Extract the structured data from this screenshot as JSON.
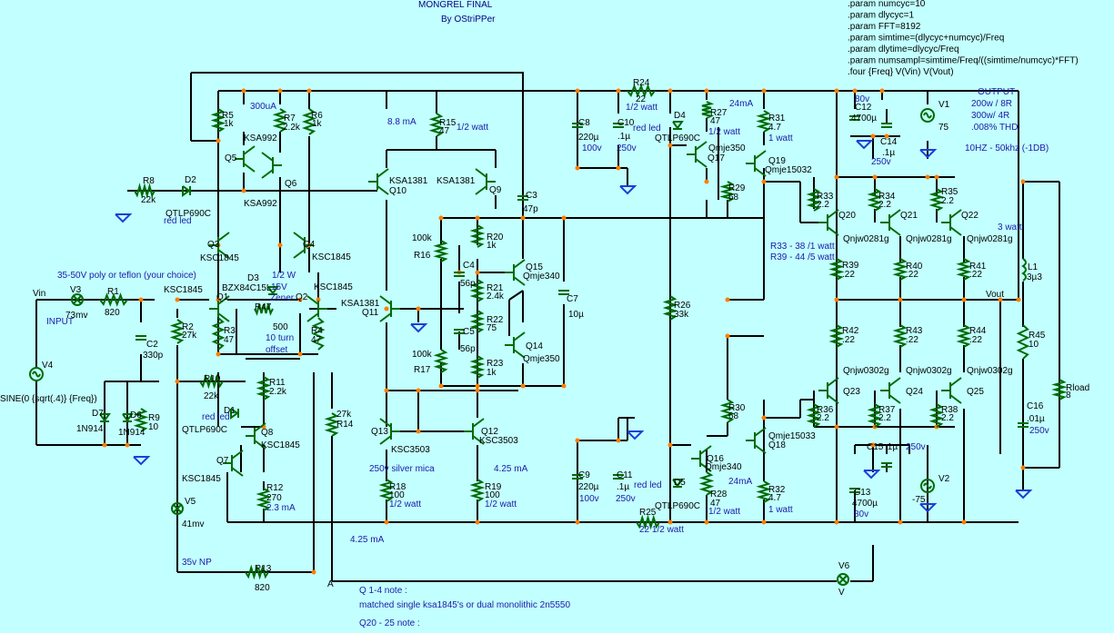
{
  "title": "MONGREL FINAL",
  "author": "By OStriPPer",
  "spice": [
    ".param numcyc=10",
    ".param dlycyc=1",
    ".param FFT=8192",
    ".param simtime=(dlycyc+numcyc)/Freq",
    ".param dlytime=dlycyc/Freq",
    ".param numsampl=simtime/Freq/((simtime/numcyc)*FFT)",
    ".four {Freq} V(Vin) V(Vout)"
  ],
  "output_note": [
    "OUTPUT",
    "200w / 8R",
    "300w/ 4R",
    ".008% THD",
    "10HZ - 50khz (-1DB)"
  ],
  "notes": {
    "q14_title": "Q 1-4 note :",
    "q14_text": "matched single ksa1845's or dual monolithic 2n5550",
    "q2025_title": "Q20 - 25 note :",
    "poly": "35-50V poly or teflon (your choice)",
    "silver_mica": "250v silver mica",
    "np35": "35v NP",
    "watt3": "3 watt",
    "r33_38": "R33 - 38  /1 watt",
    "r39_44": "R39 - 44  /5 watt",
    "ma300": "300uA",
    "ma88": "8.8 mA",
    "ma425a": "4.25 mA",
    "ma425b": "4.25 mA",
    "ma23": "2.3 mA",
    "ma24a": "24mA",
    "ma24b": "24mA",
    "zener_w": "1/2 W",
    "zener_v": "15V",
    "zener_t": "Zener",
    "offset1": "10 turn",
    "offset2": "offset",
    "input": "INPUT",
    "vout": "Vout",
    "vin": "Vin",
    "nodeA": "A",
    "nodeV": "V",
    "sine": "SINE(0 {sqrt(.4)} {Freq})",
    "watt_half_r15": "1/2 watt",
    "watt_half_r24": "1/2 watt",
    "watt_half_r27": "1/2 watt",
    "watt_r31": "1 watt",
    "watt_half_r18": "1/2 watt",
    "watt_half_r19": "1/2 watt",
    "watt_half_r28": "1/2 watt",
    "watt_r32": "1 watt",
    "r25_label": "22 1/2 watt"
  },
  "components": [
    {
      "ref": "R5",
      "val": "1k"
    },
    {
      "ref": "R7",
      "val": "2.2k"
    },
    {
      "ref": "R6",
      "val": "1k"
    },
    {
      "ref": "R15",
      "val": "47"
    },
    {
      "ref": "R24",
      "val": "22"
    },
    {
      "ref": "R27",
      "val": "47"
    },
    {
      "ref": "R31",
      "val": "4.7"
    },
    {
      "ref": "R8",
      "val": "22k"
    },
    {
      "ref": "R1",
      "val": "820"
    },
    {
      "ref": "R2",
      "val": "27k"
    },
    {
      "ref": "R3",
      "val": "47"
    },
    {
      "ref": "R47",
      "val": "500"
    },
    {
      "ref": "R4",
      "val": "47"
    },
    {
      "ref": "R10",
      "val": "22k"
    },
    {
      "ref": "R11",
      "val": "2.2k"
    },
    {
      "ref": "R12",
      "val": "270"
    },
    {
      "ref": "R9",
      "val": "10"
    },
    {
      "ref": "R13",
      "val": "820"
    },
    {
      "ref": "R14",
      "val": "27k"
    },
    {
      "ref": "R16",
      "val": "100k"
    },
    {
      "ref": "R17",
      "val": "100k"
    },
    {
      "ref": "R20",
      "val": "1k"
    },
    {
      "ref": "R21",
      "val": "2.4k"
    },
    {
      "ref": "R22",
      "val": "75"
    },
    {
      "ref": "R23",
      "val": "1k"
    },
    {
      "ref": "R18",
      "val": "100"
    },
    {
      "ref": "R19",
      "val": "100"
    },
    {
      "ref": "R26",
      "val": "33k"
    },
    {
      "ref": "R29",
      "val": "68"
    },
    {
      "ref": "R30",
      "val": "68"
    },
    {
      "ref": "R28",
      "val": "47"
    },
    {
      "ref": "R32",
      "val": "4.7"
    },
    {
      "ref": "R25",
      "val": ""
    },
    {
      "ref": "R33",
      "val": "2.2"
    },
    {
      "ref": "R34",
      "val": "2.2"
    },
    {
      "ref": "R35",
      "val": "2.2"
    },
    {
      "ref": "R39",
      "val": ".22"
    },
    {
      "ref": "R40",
      "val": ".22"
    },
    {
      "ref": "R41",
      "val": ".22"
    },
    {
      "ref": "R42",
      "val": ".22"
    },
    {
      "ref": "R43",
      "val": ".22"
    },
    {
      "ref": "R44",
      "val": ".22"
    },
    {
      "ref": "R36",
      "val": "2.2"
    },
    {
      "ref": "R37",
      "val": "2.2"
    },
    {
      "ref": "R38",
      "val": "2.2"
    },
    {
      "ref": "R45",
      "val": "10"
    },
    {
      "ref": "Rload",
      "val": "8"
    },
    {
      "ref": "C2",
      "val": "330p"
    },
    {
      "ref": "C3",
      "val": "47p"
    },
    {
      "ref": "C4",
      "val": "56p"
    },
    {
      "ref": "C5",
      "val": "56p"
    },
    {
      "ref": "C7",
      "val": "10µ"
    },
    {
      "ref": "C8",
      "val": "220µ"
    },
    {
      "ref": "C10",
      "val": ".1µ"
    },
    {
      "ref": "C9",
      "val": "220µ"
    },
    {
      "ref": "C11",
      "val": ".1µ"
    },
    {
      "ref": "C12",
      "val": "4700µ"
    },
    {
      "ref": "C14",
      "val": ".1µ"
    },
    {
      "ref": "C13",
      "val": "4700µ"
    },
    {
      "ref": "C15",
      "val": ".1µ"
    },
    {
      "ref": "C16",
      "val": ".01µ"
    },
    {
      "ref": "L1",
      "val": "3µ3"
    },
    {
      "ref": "D2",
      "val": "QTLP690C"
    },
    {
      "ref": "D1",
      "val": "QTLP690C"
    },
    {
      "ref": "D4",
      "val": "QTLP690C"
    },
    {
      "ref": "D5",
      "val": "QTLP690C"
    },
    {
      "ref": "D3",
      "val": "BZX84C15L"
    },
    {
      "ref": "D7",
      "val": "1N914"
    },
    {
      "ref": "D6",
      "val": "1N914"
    },
    {
      "ref": "V1",
      "val": "75"
    },
    {
      "ref": "V2",
      "val": "-75"
    },
    {
      "ref": "V3",
      "val": "73mv"
    },
    {
      "ref": "V4",
      "val": ""
    },
    {
      "ref": "V5",
      "val": "41mv"
    },
    {
      "ref": "V6",
      "val": ""
    },
    {
      "ref": "Q1",
      "val": "KSC1845"
    },
    {
      "ref": "Q2",
      "val": "KSC1845"
    },
    {
      "ref": "Q3",
      "val": "KSC1845"
    },
    {
      "ref": "Q4",
      "val": "KSC1845"
    },
    {
      "ref": "Q5",
      "val": "KSA992"
    },
    {
      "ref": "Q6",
      "val": "KSA992"
    },
    {
      "ref": "Q7",
      "val": "KSC1845"
    },
    {
      "ref": "Q8",
      "val": "KSC1845"
    },
    {
      "ref": "Q9",
      "val": "KSA1381"
    },
    {
      "ref": "Q10",
      "val": "KSA1381"
    },
    {
      "ref": "Q11",
      "val": "KSA1381"
    },
    {
      "ref": "Q12",
      "val": "KSC3503"
    },
    {
      "ref": "Q13",
      "val": "KSC3503"
    },
    {
      "ref": "Q14",
      "val": "Qmje350"
    },
    {
      "ref": "Q15",
      "val": "Qmje340"
    },
    {
      "ref": "Q16",
      "val": "Qmje340"
    },
    {
      "ref": "Q17",
      "val": "Qmje350"
    },
    {
      "ref": "Q18",
      "val": "Qmje15033"
    },
    {
      "ref": "Q19",
      "val": "Qmje15032"
    },
    {
      "ref": "Q20",
      "val": "Qnjw0281g"
    },
    {
      "ref": "Q21",
      "val": "Qnjw0281g"
    },
    {
      "ref": "Q22",
      "val": "Qnjw0281g"
    },
    {
      "ref": "Q23",
      "val": "Qnjw0302g"
    },
    {
      "ref": "Q24",
      "val": "Qnjw0302g"
    },
    {
      "ref": "Q25",
      "val": "Qnjw0302g"
    }
  ],
  "misc_labels": {
    "c12_v": "80v",
    "c13_v": "80v",
    "c14_v": "250v",
    "c15_v": "250v",
    "c16_v": "250v",
    "c8_v": "100v",
    "c10_v": "250v",
    "c9_v": "100v",
    "c11_v": "250v",
    "redled_d2": "red led",
    "redled_d1": "red led",
    "redled_d4": "red led",
    "redled_d5": "red led"
  }
}
